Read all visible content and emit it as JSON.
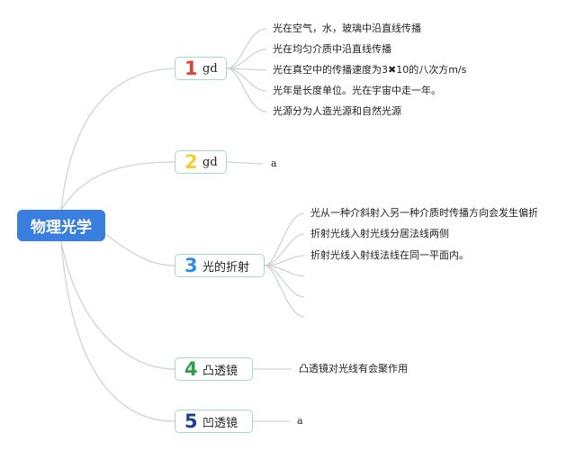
{
  "root": {
    "label": "物理光学"
  },
  "branches": [
    {
      "number": "1",
      "label": "gd",
      "number_color": "#e0413a",
      "leaves": [
        "光在空气，水，玻璃中沿直线传播",
        "光在均匀介质中沿直线传播",
        "光在真空中的传播速度为3✖10的八次方m/s",
        "光年是长度单位。光在宇宙中走一年。",
        "光源分为人造光源和自然光源"
      ]
    },
    {
      "number": "2",
      "label": "gd",
      "number_color": "#f2cd3a",
      "leaves": [
        "a"
      ]
    },
    {
      "number": "3",
      "label": "光的折射",
      "number_color": "#2e8fe0",
      "leaves": [
        "光从一种介斜射入另一种介质时传播方向会发生偏折",
        "折射光线入射光线分居法线两侧",
        "折射光线入射线法线在同一平面内。"
      ]
    },
    {
      "number": "4",
      "label": "凸透镜",
      "number_color": "#2e9e4a",
      "leaves": [
        "凸透镜对光线有会聚作用"
      ]
    },
    {
      "number": "5",
      "label": "凹透镜",
      "number_color": "#1e3f8c",
      "leaves": [
        "a"
      ]
    }
  ],
  "colors": {
    "root_fill": "#3a7fe0",
    "connector": "#cfd3d8",
    "branch_border": "#a8d8cf"
  }
}
